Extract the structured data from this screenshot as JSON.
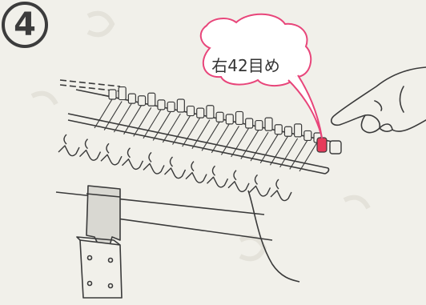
{
  "step": {
    "number": "4"
  },
  "callout": {
    "text": "右42目め"
  },
  "colors": {
    "background": "#f1f0ea",
    "line": "#3a3a3a",
    "callout_outline": "#e8457a",
    "highlight": "#e63b5a"
  },
  "icons": {
    "step_marker": "circled-number",
    "hand": "pointing-hand",
    "needle_bed": "knitting-machine-needle-bed",
    "weight": "yarn-weight"
  }
}
